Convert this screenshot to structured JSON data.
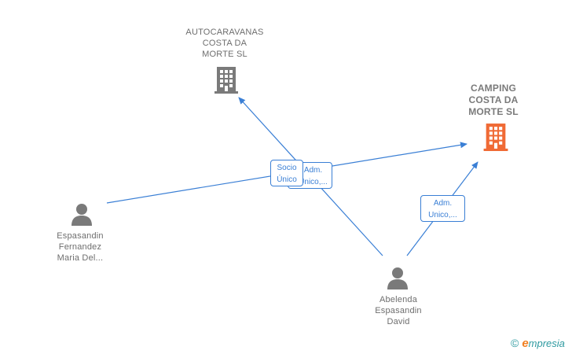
{
  "nodes": {
    "autocaravanas": {
      "lines": [
        "AUTOCARAVANAS",
        "COSTA DA",
        "MORTE  SL"
      ],
      "icon": "building-icon",
      "color": "#7a7a7a"
    },
    "camping": {
      "lines": [
        "CAMPING",
        "COSTA DA",
        "MORTE  SL"
      ],
      "icon": "building-icon",
      "color": "#f06a35"
    },
    "espasandin": {
      "lines": [
        "Espasandin",
        "Fernandez",
        "Maria Del..."
      ],
      "icon": "person-icon"
    },
    "abelenda": {
      "lines": [
        "Abelenda",
        "Espasandin",
        "David"
      ],
      "icon": "person-icon"
    }
  },
  "edges": {
    "socio_unico": {
      "lines": [
        "Socio",
        "Único"
      ]
    },
    "adm_unico_hidden": {
      "lines": [
        "Adm.",
        "Unico,..."
      ]
    },
    "adm_unico_camping": {
      "lines": [
        "Adm.",
        "Unico,..."
      ]
    }
  },
  "edge_color": "#3a7fd5",
  "brand": {
    "copyright": "©",
    "first_letter": "e",
    "rest": "mpresia"
  }
}
